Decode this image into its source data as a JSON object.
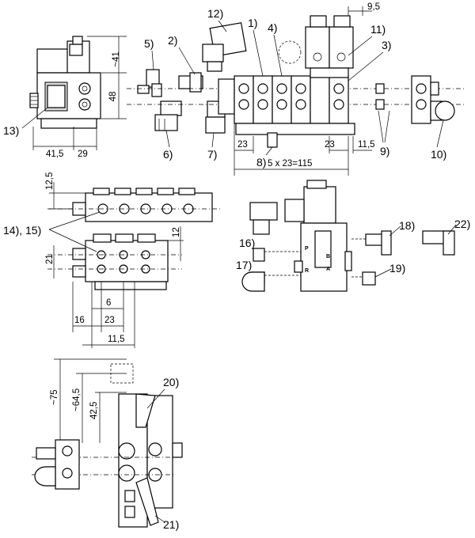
{
  "callouts": {
    "c1": "1)",
    "c2": "2)",
    "c3": "3)",
    "c4": "4)",
    "c5": "5)",
    "c6": "6)",
    "c7": "7)",
    "c8": "8)",
    "c9": "9)",
    "c10": "10)",
    "c11": "11)",
    "c12": "12)",
    "c13": "13)",
    "c14_15": "14), 15)",
    "c16": "16)",
    "c17": "17)",
    "c18": "18)",
    "c19": "19)",
    "c20": "20)",
    "c21": "21)",
    "c22": "22)"
  },
  "dimensions": {
    "d9_5": "9,5",
    "d41": "~41",
    "d48": "48",
    "d41_5": "41,5",
    "d29": "29",
    "d23a": "23",
    "d23b": "23",
    "d11_5a": "11,5",
    "d5x23": "5 x 23=115",
    "d12_5": "12,5",
    "d12": "12",
    "d21": "21",
    "d6": "6",
    "d16": "16",
    "d23c": "23",
    "d11_5b": "11,5",
    "d75": "~75",
    "d64_5": "~64,5",
    "d42_5": "42,5"
  },
  "port_labels": {
    "p": "P",
    "b": "B",
    "r": "R",
    "a": "A"
  }
}
